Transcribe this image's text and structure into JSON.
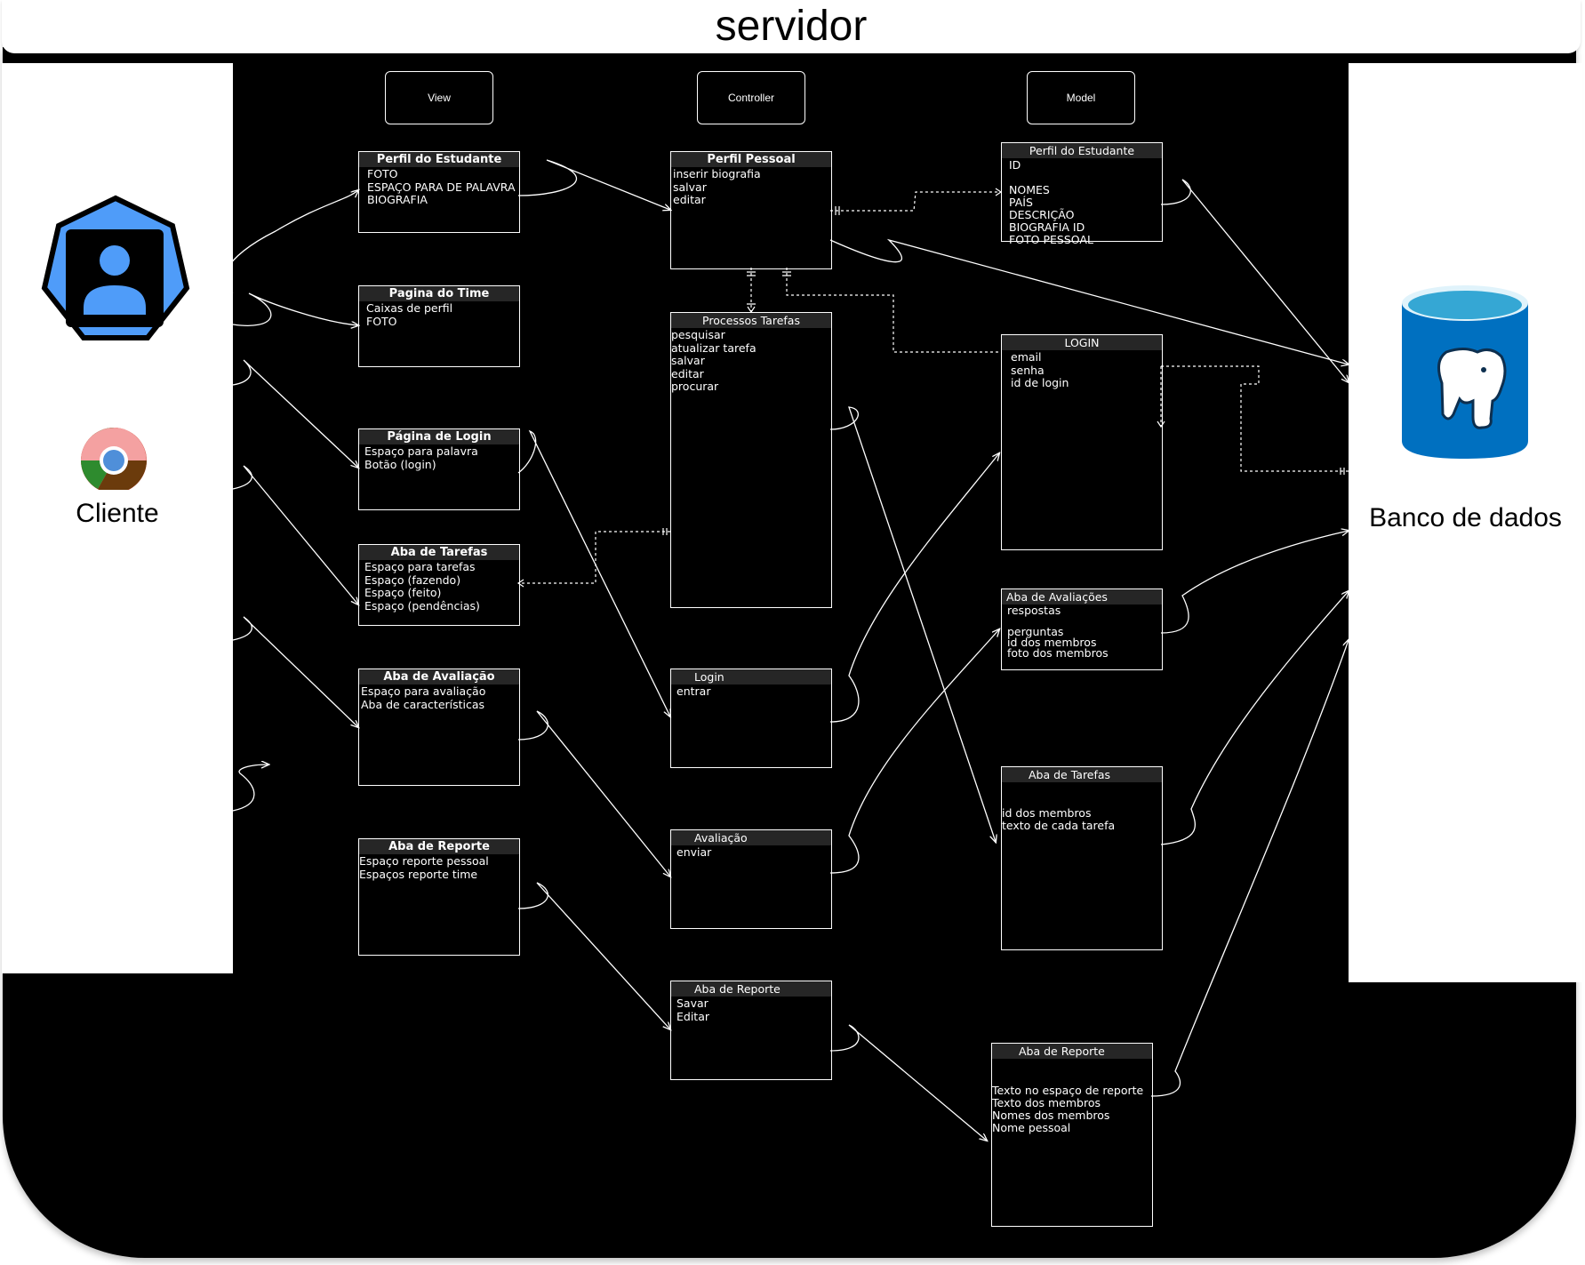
{
  "server_title": "servidor",
  "client_label": "Cliente",
  "db_label": "Banco de dados",
  "columns": {
    "view": "View",
    "controller": "Controller",
    "model": "Model"
  },
  "view_tables": [
    {
      "title": "Perfil do Estudante",
      "rows": "FOTO\nESPAÇO PARA DE PALAVRA\nBIOGRAFIA"
    },
    {
      "title": "Pagina do Time",
      "rows": "Caixas de perfil\nFOTO"
    },
    {
      "title": "Página de Login",
      "rows": "Espaço para palavra\nBotão (login)"
    },
    {
      "title": "Aba de Tarefas",
      "rows": "Espaço para tarefas\nEspaço (fazendo)\nEspaço (feito)\nEspaço (pendências)"
    },
    {
      "title": "Aba de Avaliação",
      "rows": "Espaço para avaliação\nAba de características"
    },
    {
      "title": "Aba de Reporte",
      "rows": "Espaço reporte pessoal\nEspaços reporte time"
    }
  ],
  "controller_tables": [
    {
      "title": "Perfil Pessoal",
      "rows": "inserir biografia\nsalvar\neditar"
    },
    {
      "title": "Processos Tarefas",
      "rows": "pesquisar\natualizar tarefa\nsalvar\neditar\nprocurar"
    },
    {
      "title": "Login",
      "rows": "entrar"
    },
    {
      "title": "Avaliação",
      "rows": "enviar"
    },
    {
      "title": "Aba de Reporte",
      "rows": "Savar\nEditar"
    }
  ],
  "model_tables": [
    {
      "title": "Perfil do Estudante",
      "rows": "ID\n\nNOMES\nPAÍS\nDESCRIÇÃO\nBIOGRAFIA ID\nFOTO PESSOAL"
    },
    {
      "title": "LOGIN",
      "rows": "email\nsenha\nid de login"
    },
    {
      "title": "Aba de Avaliações",
      "rows": "respostas\n\nperguntas\nid dos membros\nfoto dos membros"
    },
    {
      "title": "Aba de Tarefas",
      "rows": "\n\nid dos membros\ntexto de cada tarefa"
    },
    {
      "title": "Aba de Reporte",
      "rows": "\n\nTexto no espaço de reporte\nTexto dos membros\nNomes dos membros\nNome pessoal"
    }
  ],
  "icons": {
    "client_app": "user-profile-icon",
    "browser": "chrome-icon",
    "database": "postgresql-icon"
  }
}
